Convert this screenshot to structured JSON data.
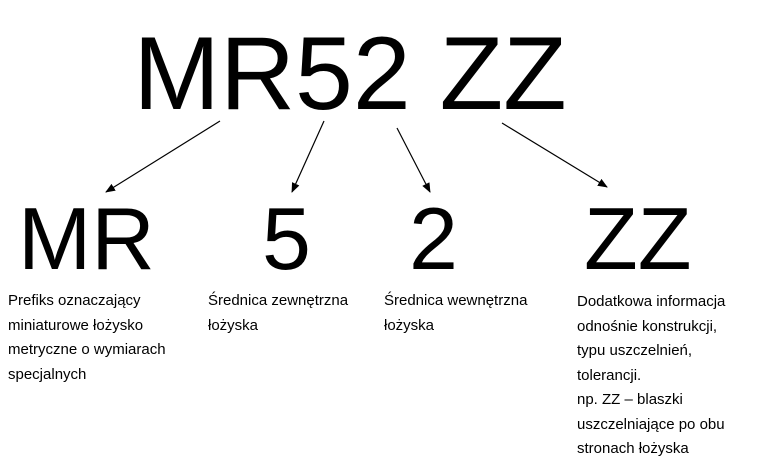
{
  "main_code": "MR52 ZZ",
  "parts": [
    {
      "symbol": "MR",
      "description": "Prefiks oznaczający miniaturowe łożysko metryczne o wymiarach specjalnych"
    },
    {
      "symbol": "5",
      "description": "Średnica zewnętrzna łożyska"
    },
    {
      "symbol": "2",
      "description": "Średnica wewnętrzna łożyska"
    },
    {
      "symbol": "ZZ",
      "description_lines": [
        "Dodatkowa informacja",
        "odnośnie konstrukcji,",
        "typu uszczelnień,",
        "tolerancji.",
        "np. ZZ – blaszki",
        "uszczelniające po obu",
        "stronach łożyska"
      ]
    }
  ]
}
